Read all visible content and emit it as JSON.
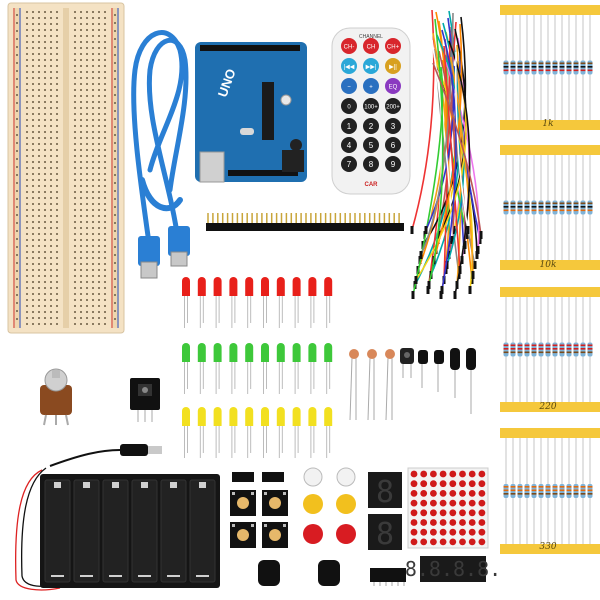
{
  "arduino": {
    "brand_text": "UNO"
  },
  "remote": {
    "header_text": "CHANNEL",
    "top_row": [
      "CH-",
      "CH",
      "CH+"
    ],
    "second_row": [
      "|◀◀",
      "▶▶|",
      "▶||"
    ],
    "third_row": [
      "−",
      "+",
      "EQ"
    ],
    "fourth_row": [
      "0",
      "100+",
      "200+"
    ],
    "digits": [
      "1",
      "2",
      "3",
      "4",
      "5",
      "6",
      "7",
      "8",
      "9"
    ],
    "logo_text": "CAR"
  },
  "resistor_tapes": [
    {
      "label": "1k"
    },
    {
      "label": "10k"
    },
    {
      "label": "220"
    },
    {
      "label": "330"
    }
  ],
  "leds": {
    "colors": {
      "red": "#e8201a",
      "green": "#3ec83a",
      "yellow": "#f2e020"
    },
    "count_per_row": 10
  },
  "seven_segment": {
    "single_digit": "8",
    "four_digit": "8.8.8.8."
  },
  "colors": {
    "pcb_blue": "#1f6fb0",
    "cable_blue": "#2a7fd4",
    "tape_yellow": "#f5c83c",
    "breadboard": "#f4e2c4"
  }
}
